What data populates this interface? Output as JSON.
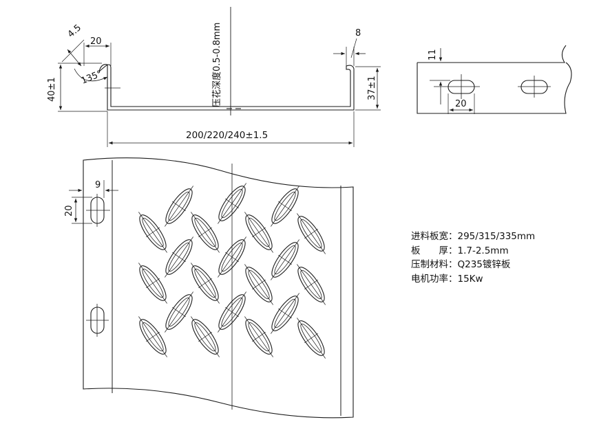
{
  "colors": {
    "line": "#1a1a1a",
    "background": "#ffffff"
  },
  "profile": {
    "angle": "135°",
    "lip_thickness": "4.5",
    "left_flange_width": "20",
    "right_flange_width": "8",
    "left_height": "40±1",
    "right_height": "37±1",
    "emboss_depth": "压花深度0.5-0.8mm",
    "bottom_width": "200/220/240±1.5"
  },
  "side_view": {
    "slot_offset": "11",
    "slot_length": "20"
  },
  "plan_view": {
    "slot_offset": "9",
    "slot_length": "20"
  },
  "specs": {
    "feed_width_label": "进料板宽：",
    "feed_width_value": "295/315/335mm",
    "thickness_label": "板　　厚：",
    "thickness_value": "1.7-2.5mm",
    "material_label": "压制材料：",
    "material_value": "Q235镀锌板",
    "motor_label": "电机功率：",
    "motor_value": "15Kw"
  }
}
